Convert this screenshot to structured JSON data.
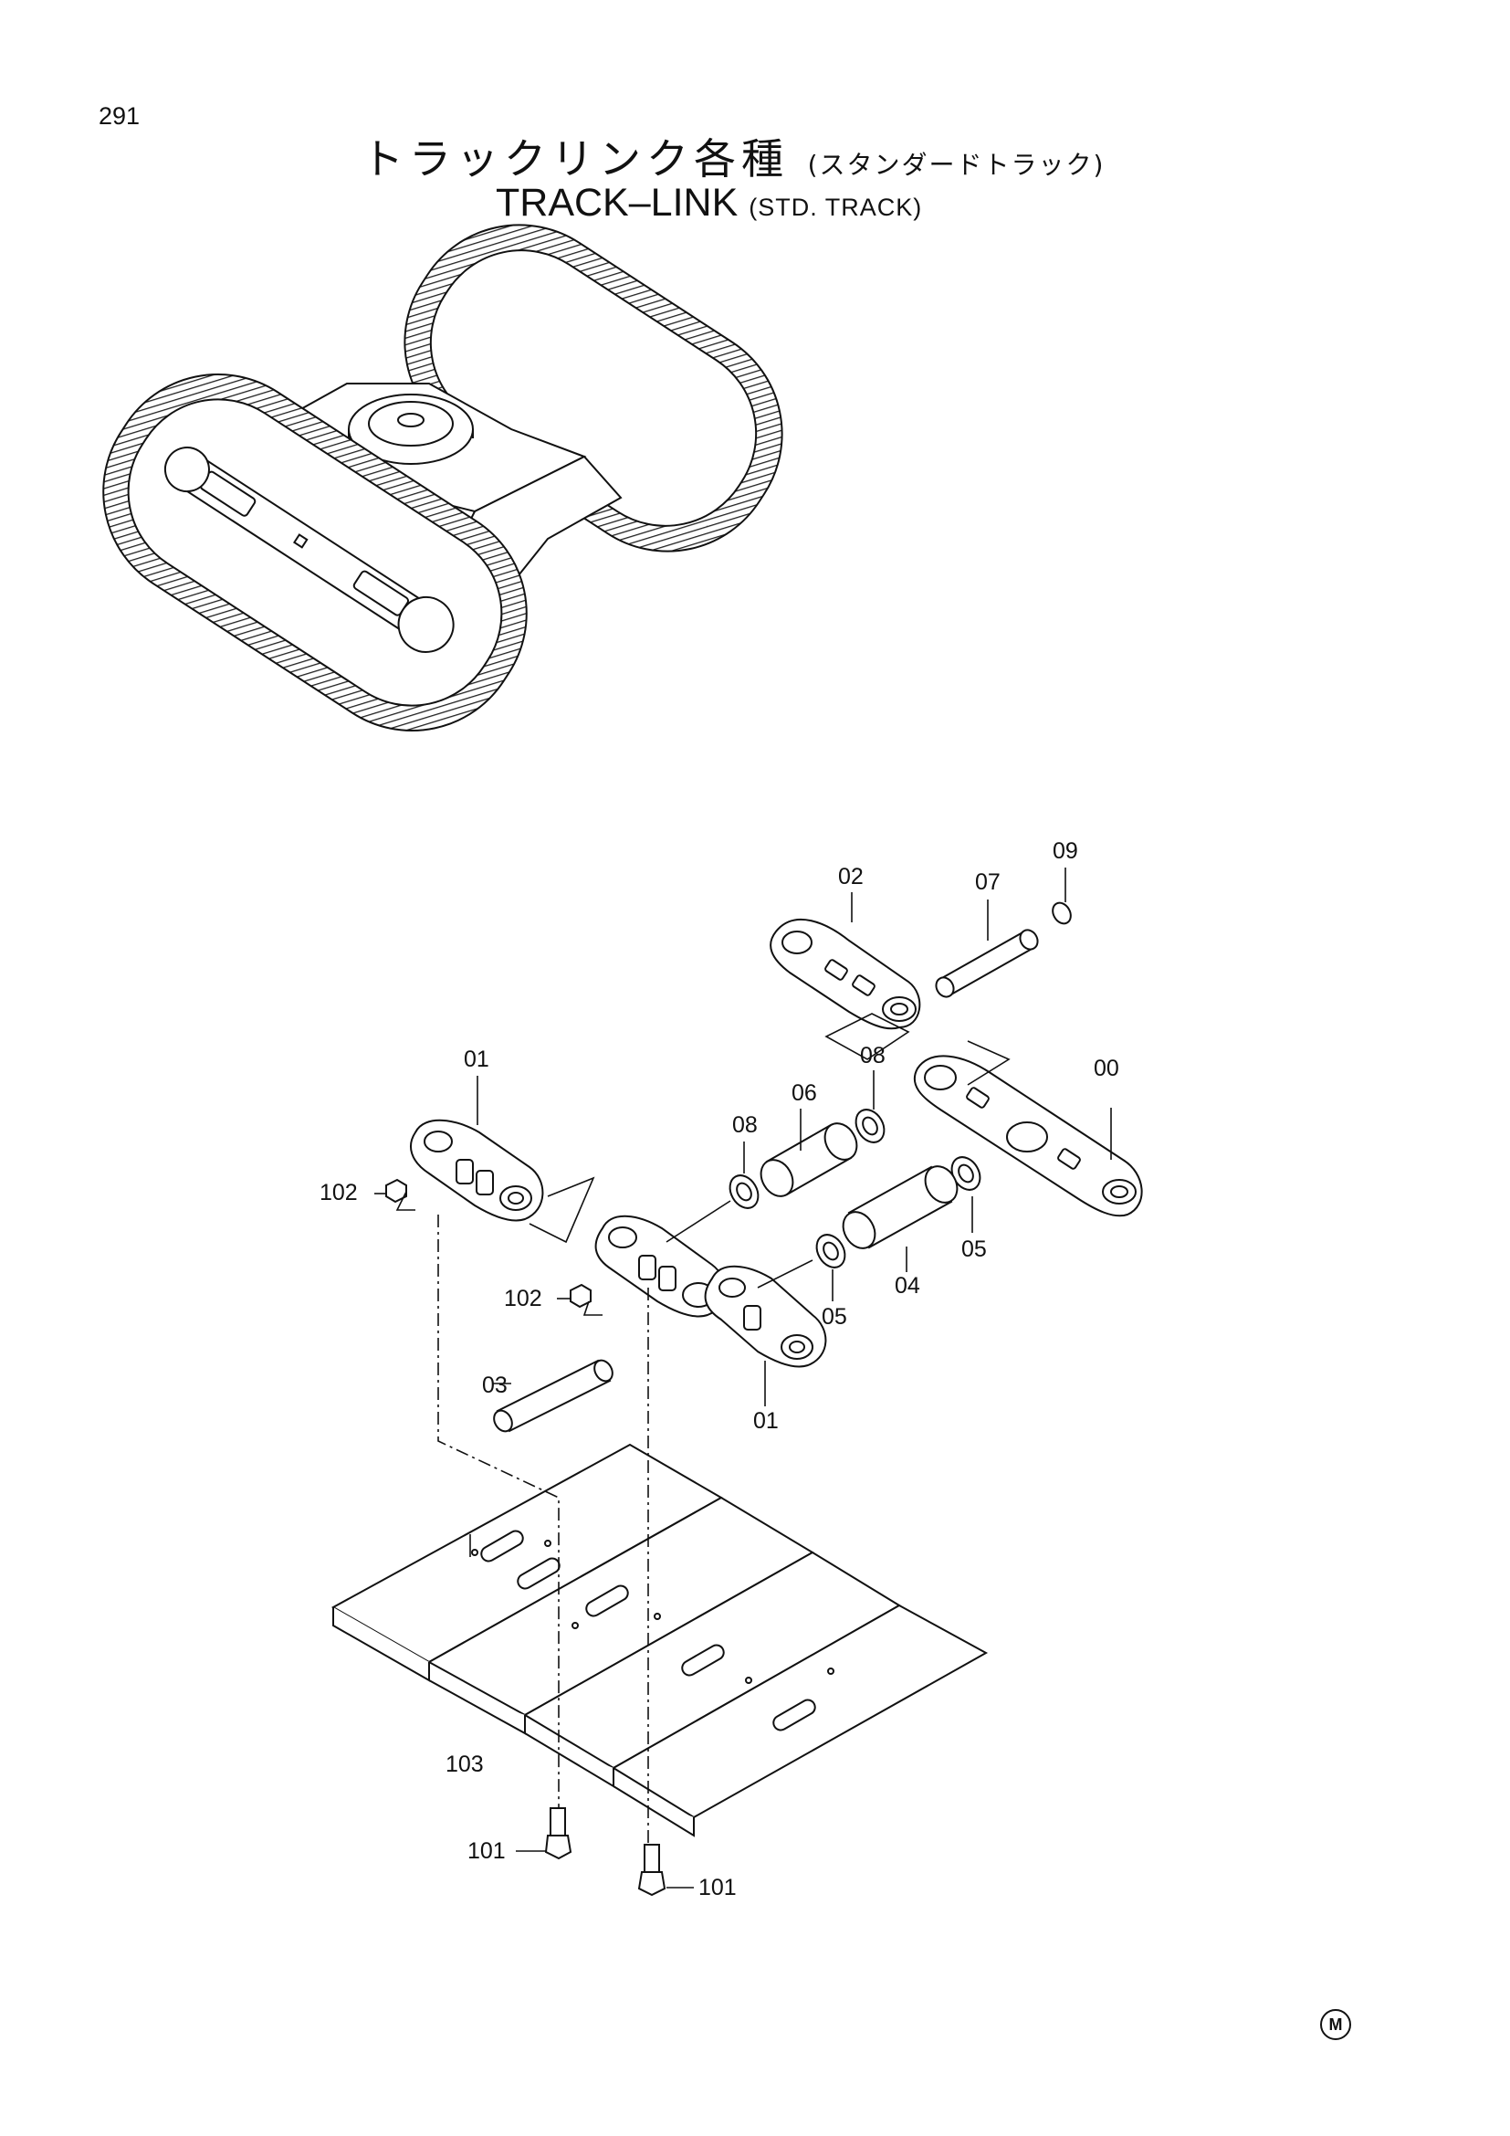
{
  "page_number": "291",
  "title_jp": "トラックリンク各種",
  "title_jp_sub": "(スタンダードトラック)",
  "title_en": "TRACK–LINK",
  "title_en_sub": "(STD. TRACK)",
  "callouts": {
    "c00": "00",
    "c01a": "01",
    "c01b": "01",
    "c02": "02",
    "c03": "03",
    "c04": "04",
    "c05a": "05",
    "c05b": "05",
    "c06": "06",
    "c07": "07",
    "c08a": "08",
    "c08b": "08",
    "c09": "09",
    "c101a": "101",
    "c101b": "101",
    "c102a": "102",
    "c102b": "102",
    "c103": "103"
  },
  "corner_mark": "M"
}
